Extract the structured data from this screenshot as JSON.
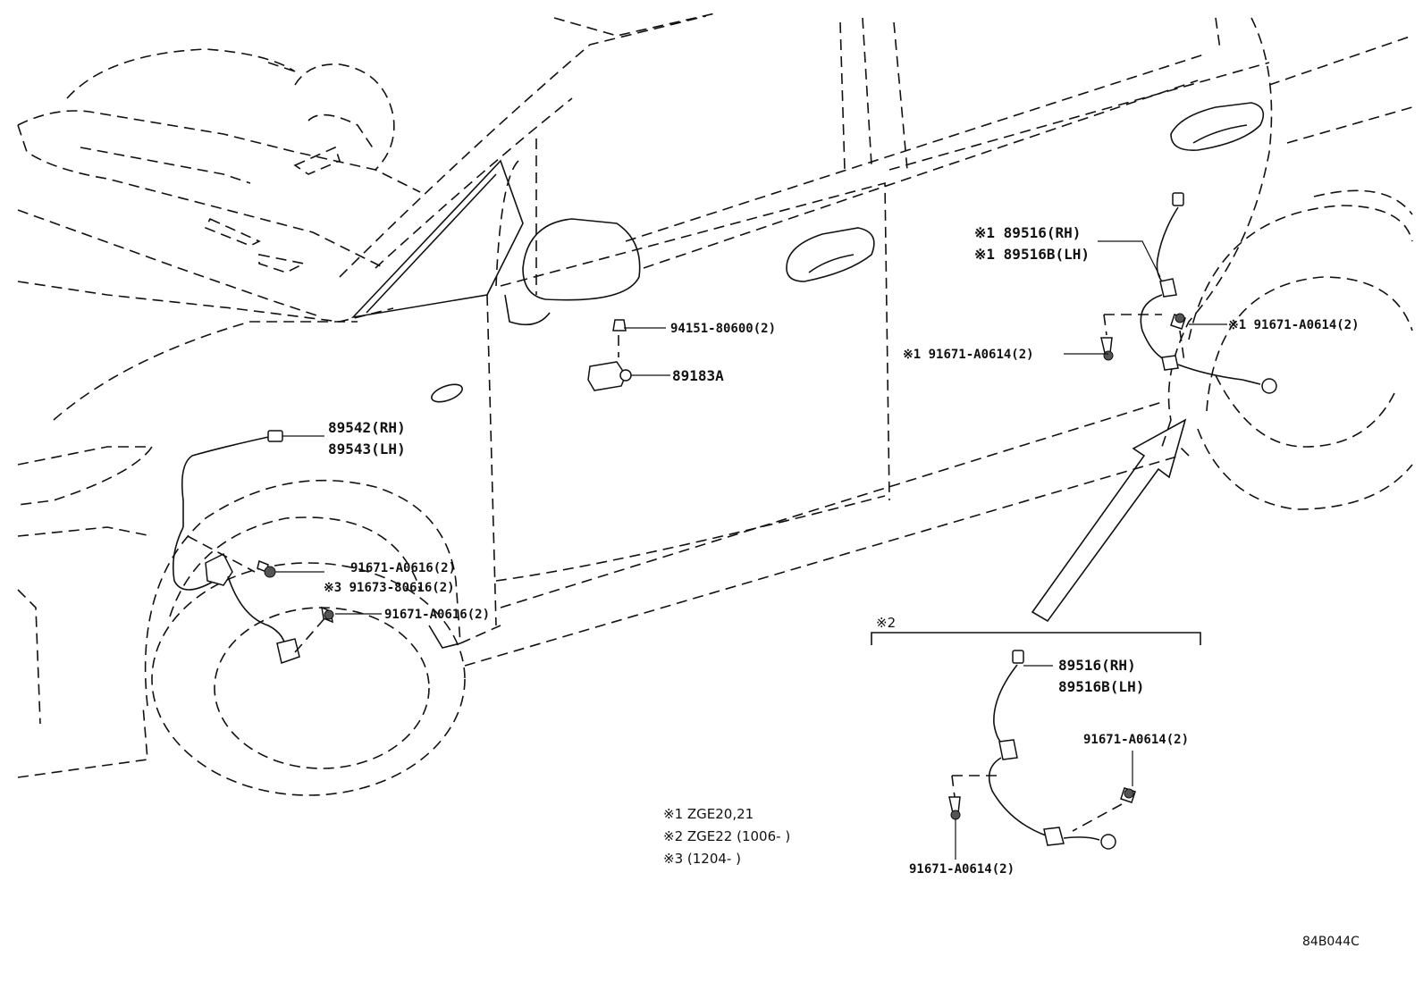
{
  "labels": {
    "rear_sensor_rh": "※1 89516(RH)",
    "rear_sensor_lh": "※1 89516B(LH)",
    "rear_bolt_right": "※1 91671-A0614(2)",
    "rear_bolt_left": "※1 91671-A0614(2)",
    "nut": "94151-80600(2)",
    "sensor_89183a": "89183A",
    "front_sensor_rh": "89542(RH)",
    "front_sensor_lh": "89543(LH)",
    "front_bolt_a": "91671-A0616(2)",
    "front_bolt_b": "※3 91673-80616(2)",
    "front_bolt_c": "91671-A0616(2)",
    "inset_marker": "※2",
    "inset_sensor_rh": "89516(RH)",
    "inset_sensor_lh": "89516B(LH)",
    "inset_bolt_right": "91671-A0614(2)",
    "inset_bolt_left": "91671-A0614(2)"
  },
  "notes": [
    "※1 ZGE20,21",
    "※2 ZGE22 (1006-      )",
    "※3 (1204-     )"
  ],
  "diagram_code": "84B044C"
}
